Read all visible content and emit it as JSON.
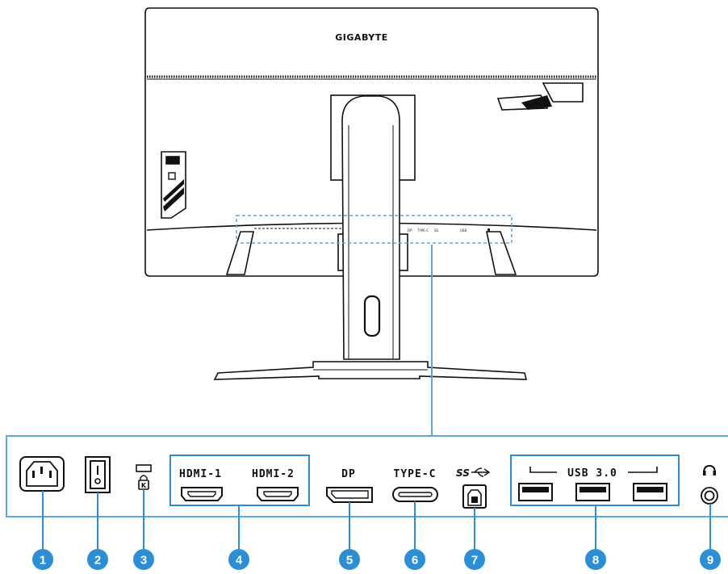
{
  "monitor": {
    "brand": "GIGABYTE",
    "port_strip_labels": [
      "HDMI",
      "HDMI",
      "DP",
      "TYPE-C",
      "SS",
      "USB",
      ""
    ]
  },
  "ports": {
    "hdmi1_label": "HDMI-1",
    "hdmi2_label": "HDMI-2",
    "dp_label": "DP",
    "typec_label": "TYPE-C",
    "usb_label": "USB 3.0",
    "ss_label": "SS"
  },
  "callouts": [
    "1",
    "2",
    "3",
    "4",
    "5",
    "6",
    "7",
    "8",
    "9"
  ],
  "icons": [
    "ac-power-inlet-icon",
    "power-switch-icon",
    "kensington-lock-icon",
    "hdmi-port-icon",
    "displayport-icon",
    "usb-c-port-icon",
    "usb-b-port-icon",
    "usb-a-port-icon",
    "headphone-icon",
    "audio-jack-icon"
  ],
  "colors": {
    "accent_blue": "#2c8fd6",
    "dashed_blue": "#5aa7dd",
    "outline": "#111111"
  }
}
